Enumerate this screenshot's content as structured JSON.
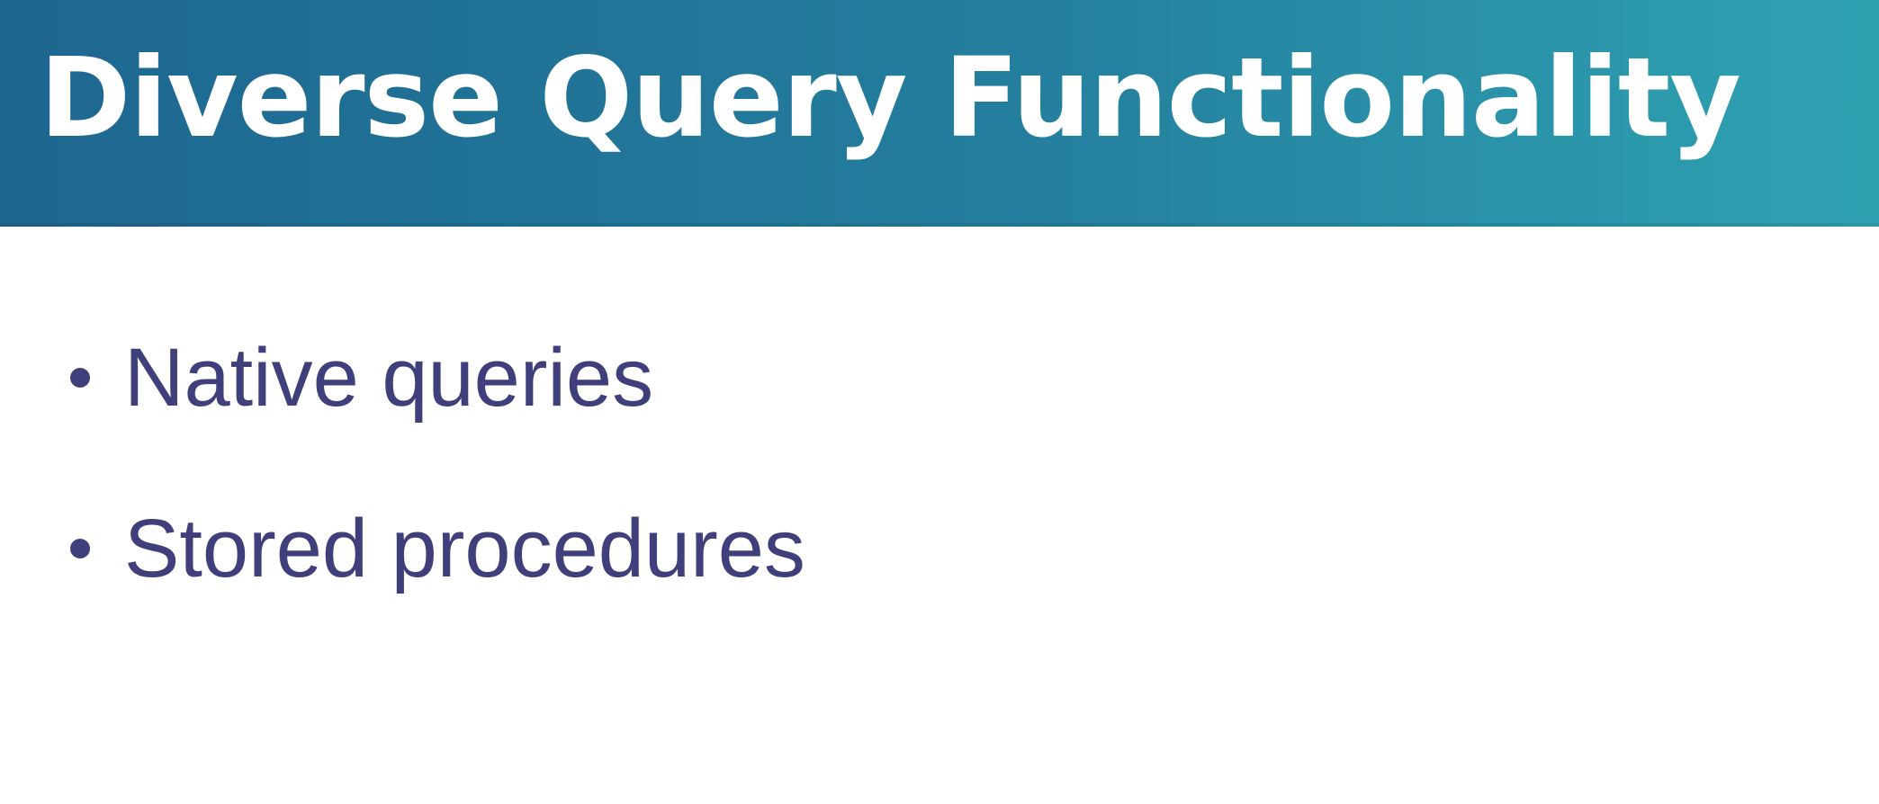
{
  "slide": {
    "title": "Diverse Query Functionality",
    "bullets": [
      {
        "text": "Native queries"
      },
      {
        "text": "Stored procedures"
      }
    ]
  },
  "colors": {
    "header_gradient_start": "#1d6690",
    "header_gradient_end": "#2fa2b2",
    "title_text": "#ffffff",
    "body_text": "#3f3f7c",
    "background": "#ffffff"
  }
}
